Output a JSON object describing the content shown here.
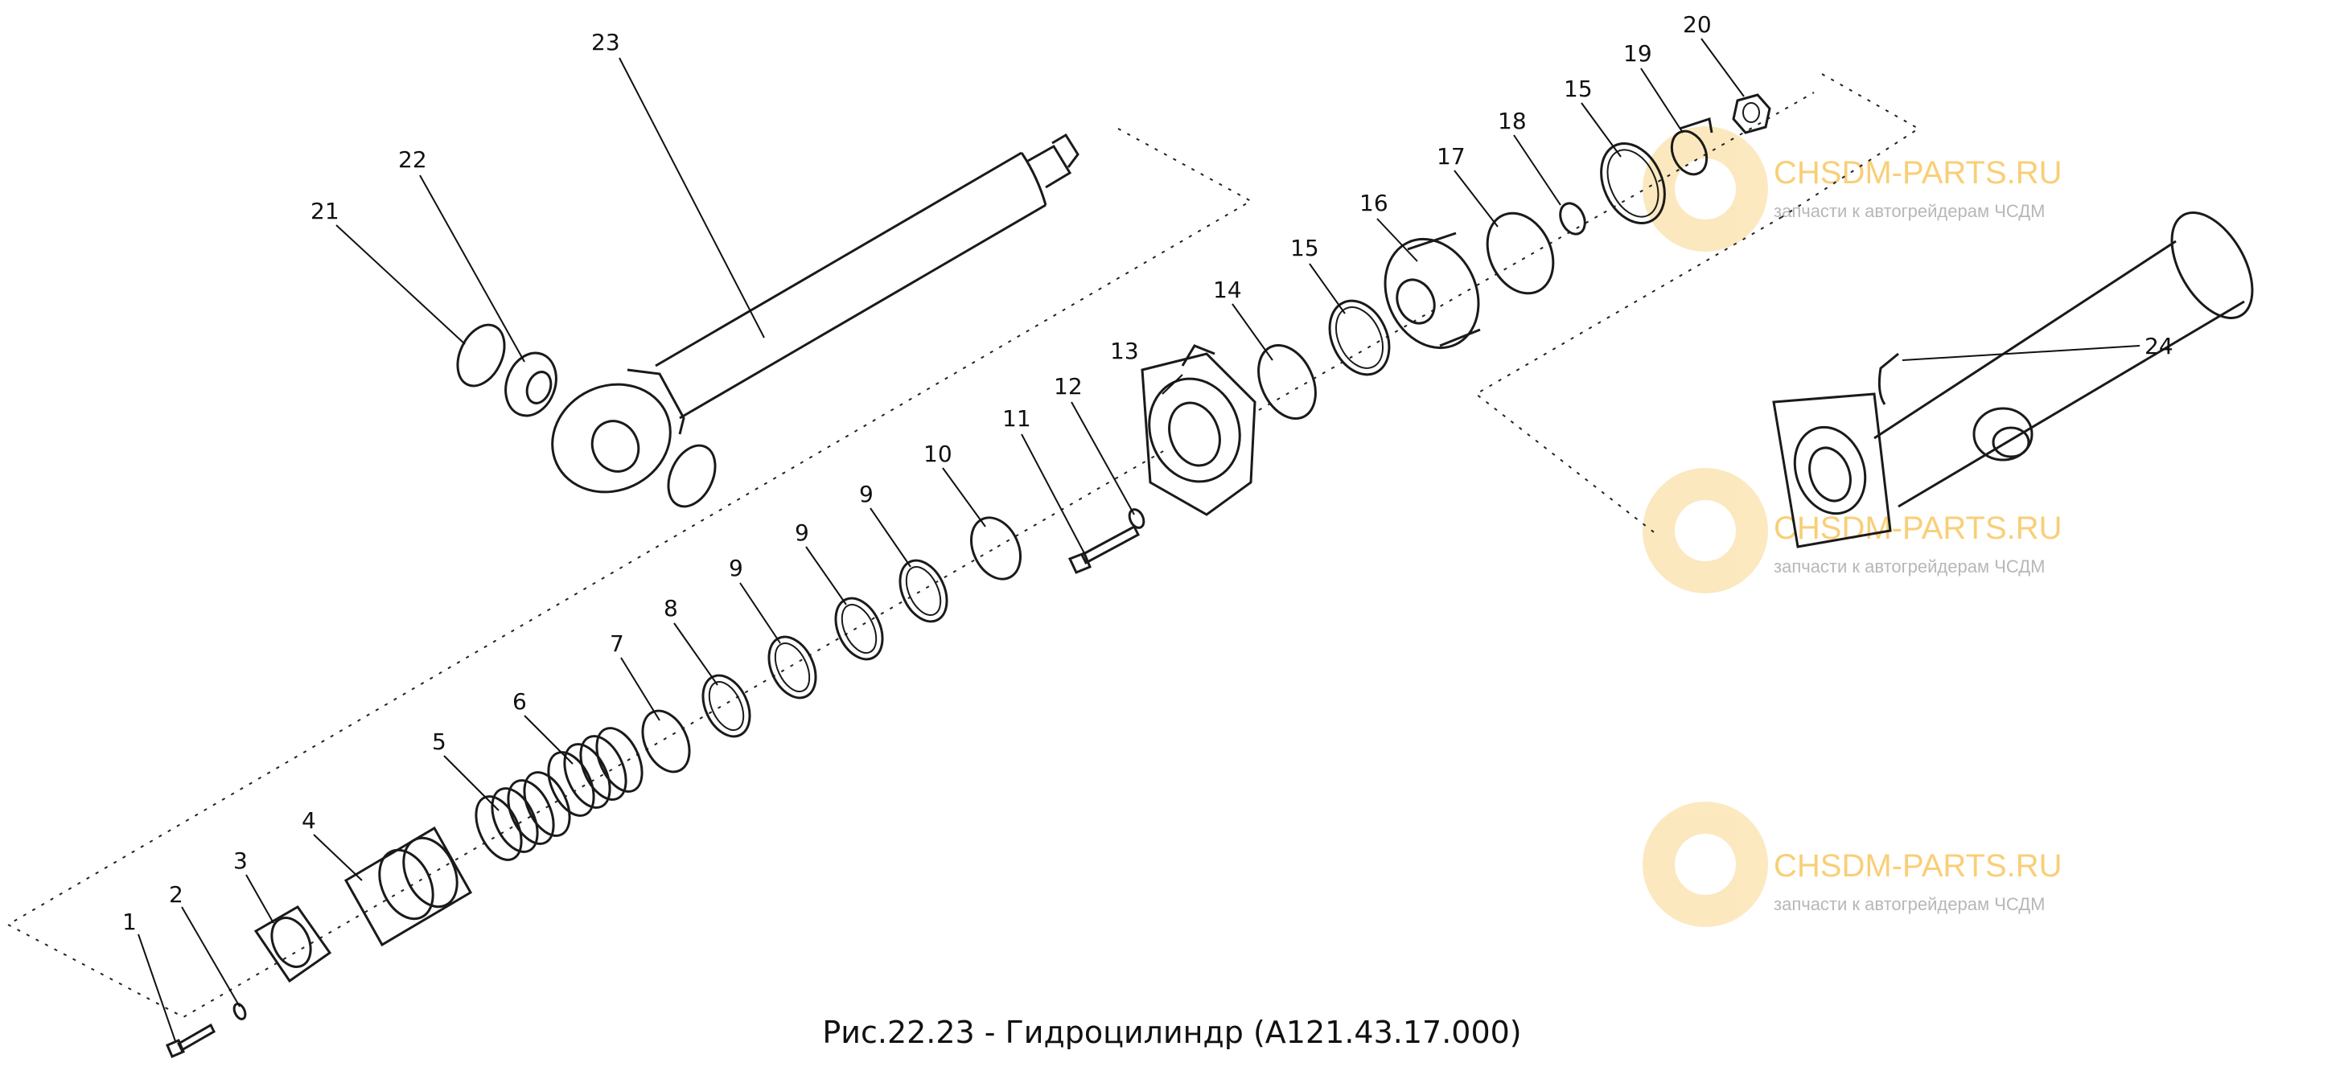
{
  "caption": "Рис.22.23 - Гидроцилиндр (А121.43.17.000)",
  "watermark": {
    "brand": "CHSDM-PARTS.RU",
    "tagline": "запчасти к автогрейдерам ЧСДМ",
    "color": "#f6c04a"
  },
  "callouts": [
    "1",
    "2",
    "3",
    "4",
    "5",
    "6",
    "7",
    "8",
    "9",
    "9",
    "9",
    "9",
    "10",
    "11",
    "12",
    "13",
    "14",
    "15",
    "16",
    "17",
    "18",
    "15",
    "19",
    "20",
    "21",
    "22",
    "23",
    "24"
  ]
}
